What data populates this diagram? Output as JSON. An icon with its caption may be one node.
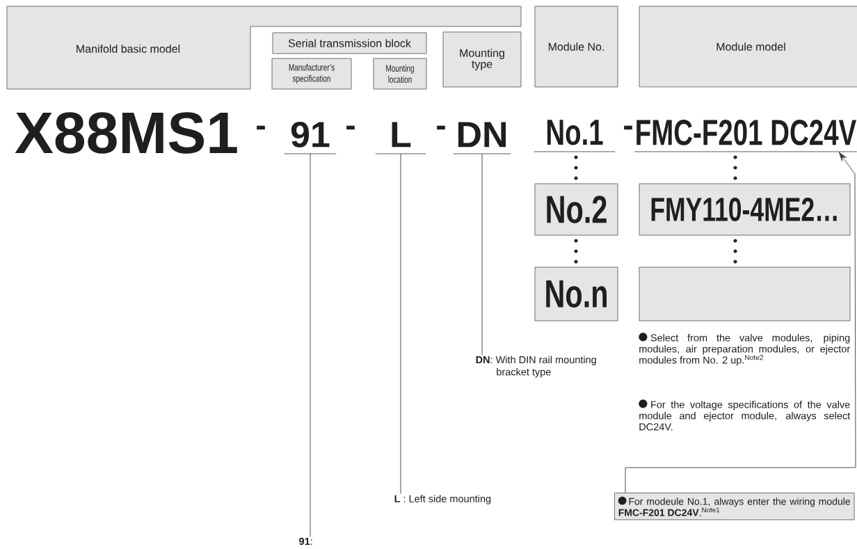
{
  "diagram": {
    "nodes": [
      {
        "text": [
          "Manifold basic model"
        ]
      },
      {
        "text": [
          "Serial transmission block"
        ]
      },
      {
        "text": [
          "Manufacturer’s specification"
        ]
      },
      {
        "text": [
          "Mounting location"
        ]
      },
      {
        "text": [
          "Mounting type"
        ]
      },
      {
        "text": [
          "Module No."
        ]
      },
      {
        "text": [
          "Module model"
        ]
      },
      {
        "text": [
          "X88MS1"
        ]
      },
      {
        "text": [
          "91"
        ]
      },
      {
        "text": [
          "L"
        ]
      },
      {
        "text": [
          "DN"
        ]
      },
      {
        "text": [
          "No.1"
        ]
      },
      {
        "text": [
          "FMC-F201 DC24V"
        ]
      },
      {
        "text": [
          "No.2"
        ]
      },
      {
        "text": [
          "FMY110-4ME2…"
        ]
      },
      {
        "text": [
          "No.n"
        ]
      },
      {
        "text": [],
        "shape": "box"
      },
      {
        "text": [
          "**91**:"
        ]
      },
      {
        "text": [
          "**L** : Left side mounting"
        ]
      },
      {
        "text": [
          "**DN**: With DIN rail mounting bracket type"
        ]
      },
      {
        "text": [
          "For modeule No.1, always enter the wiring module **FMC-F201 DC24V**.$^{Note1}$"
        ]
      }
    ],
    "edges": [
      {
        "from": 8,
        "to": 17,
        "arrow": "none"
      },
      {
        "from": 9,
        "to": 18,
        "arrow": "none"
      },
      {
        "from": 10,
        "to": 19,
        "arrow": "none"
      },
      {
        "from": 20,
        "to": 12,
        "arrow": "to"
      }
    ],
    "labels": [
      "-",
      "-",
      "-",
      "-",
      "Select from the valve modules, piping modules, air preparation modules, or ejector modules from No. 2 up.$^{Note2}$",
      "For the voltage specifications of the valve module and ejector module, always select DC24V."
    ]
  }
}
